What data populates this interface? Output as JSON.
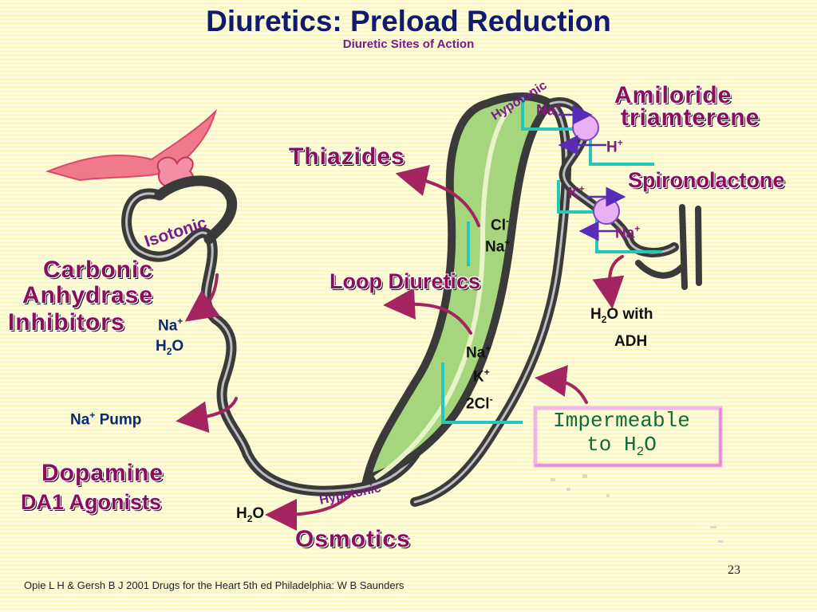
{
  "title": "Diuretics: Preload Reduction",
  "subtitle": "Diuretic Sites of Action",
  "drugs": {
    "amiloride": "Amiloride",
    "triamterene": "triamterene",
    "thiazides": "Thiazides",
    "spironolactone": "Spironolactone",
    "carbonic": "Carbonic",
    "anhydrase": "Anhydrase",
    "inhibitors": "Inhibitors",
    "loop": "Loop Diuretics",
    "dopamine": "Dopamine",
    "da1": "DA1 Agonists",
    "osmotics": "Osmotics"
  },
  "tonicity": {
    "isotonic": "Isotonic",
    "hypotonic_top": "Hypotonic",
    "hypotonic_bottom": "Hypotonic"
  },
  "ions": {
    "na": "Na",
    "h": "H",
    "k": "K",
    "cl": "Cl",
    "cl2": "2Cl",
    "h2o_h": "H",
    "h2o_o": "O",
    "h2o_sub": "2",
    "plus": "+",
    "minus": "-",
    "with": " with",
    "adh": "ADH",
    "pump": " Pump"
  },
  "impermeable": {
    "line1": "Impermeable",
    "line2_prefix": "to H",
    "line2_sub": "2",
    "line2_suffix": "O"
  },
  "footer": "Opie L H & Gersh B J  2001 Drugs for the Heart 5th ed Philadelphia: W B Saunders",
  "page_number": "23",
  "colors": {
    "background": "#fbf8c6",
    "title": "#101a6e",
    "drug_label": "#8a0f5a",
    "tubule": "#3a3a3a",
    "loop_fill": "#9fd27a",
    "arrow": "#a3245e",
    "bracket": "#24c7b8",
    "pump": "#e9b0f5"
  }
}
